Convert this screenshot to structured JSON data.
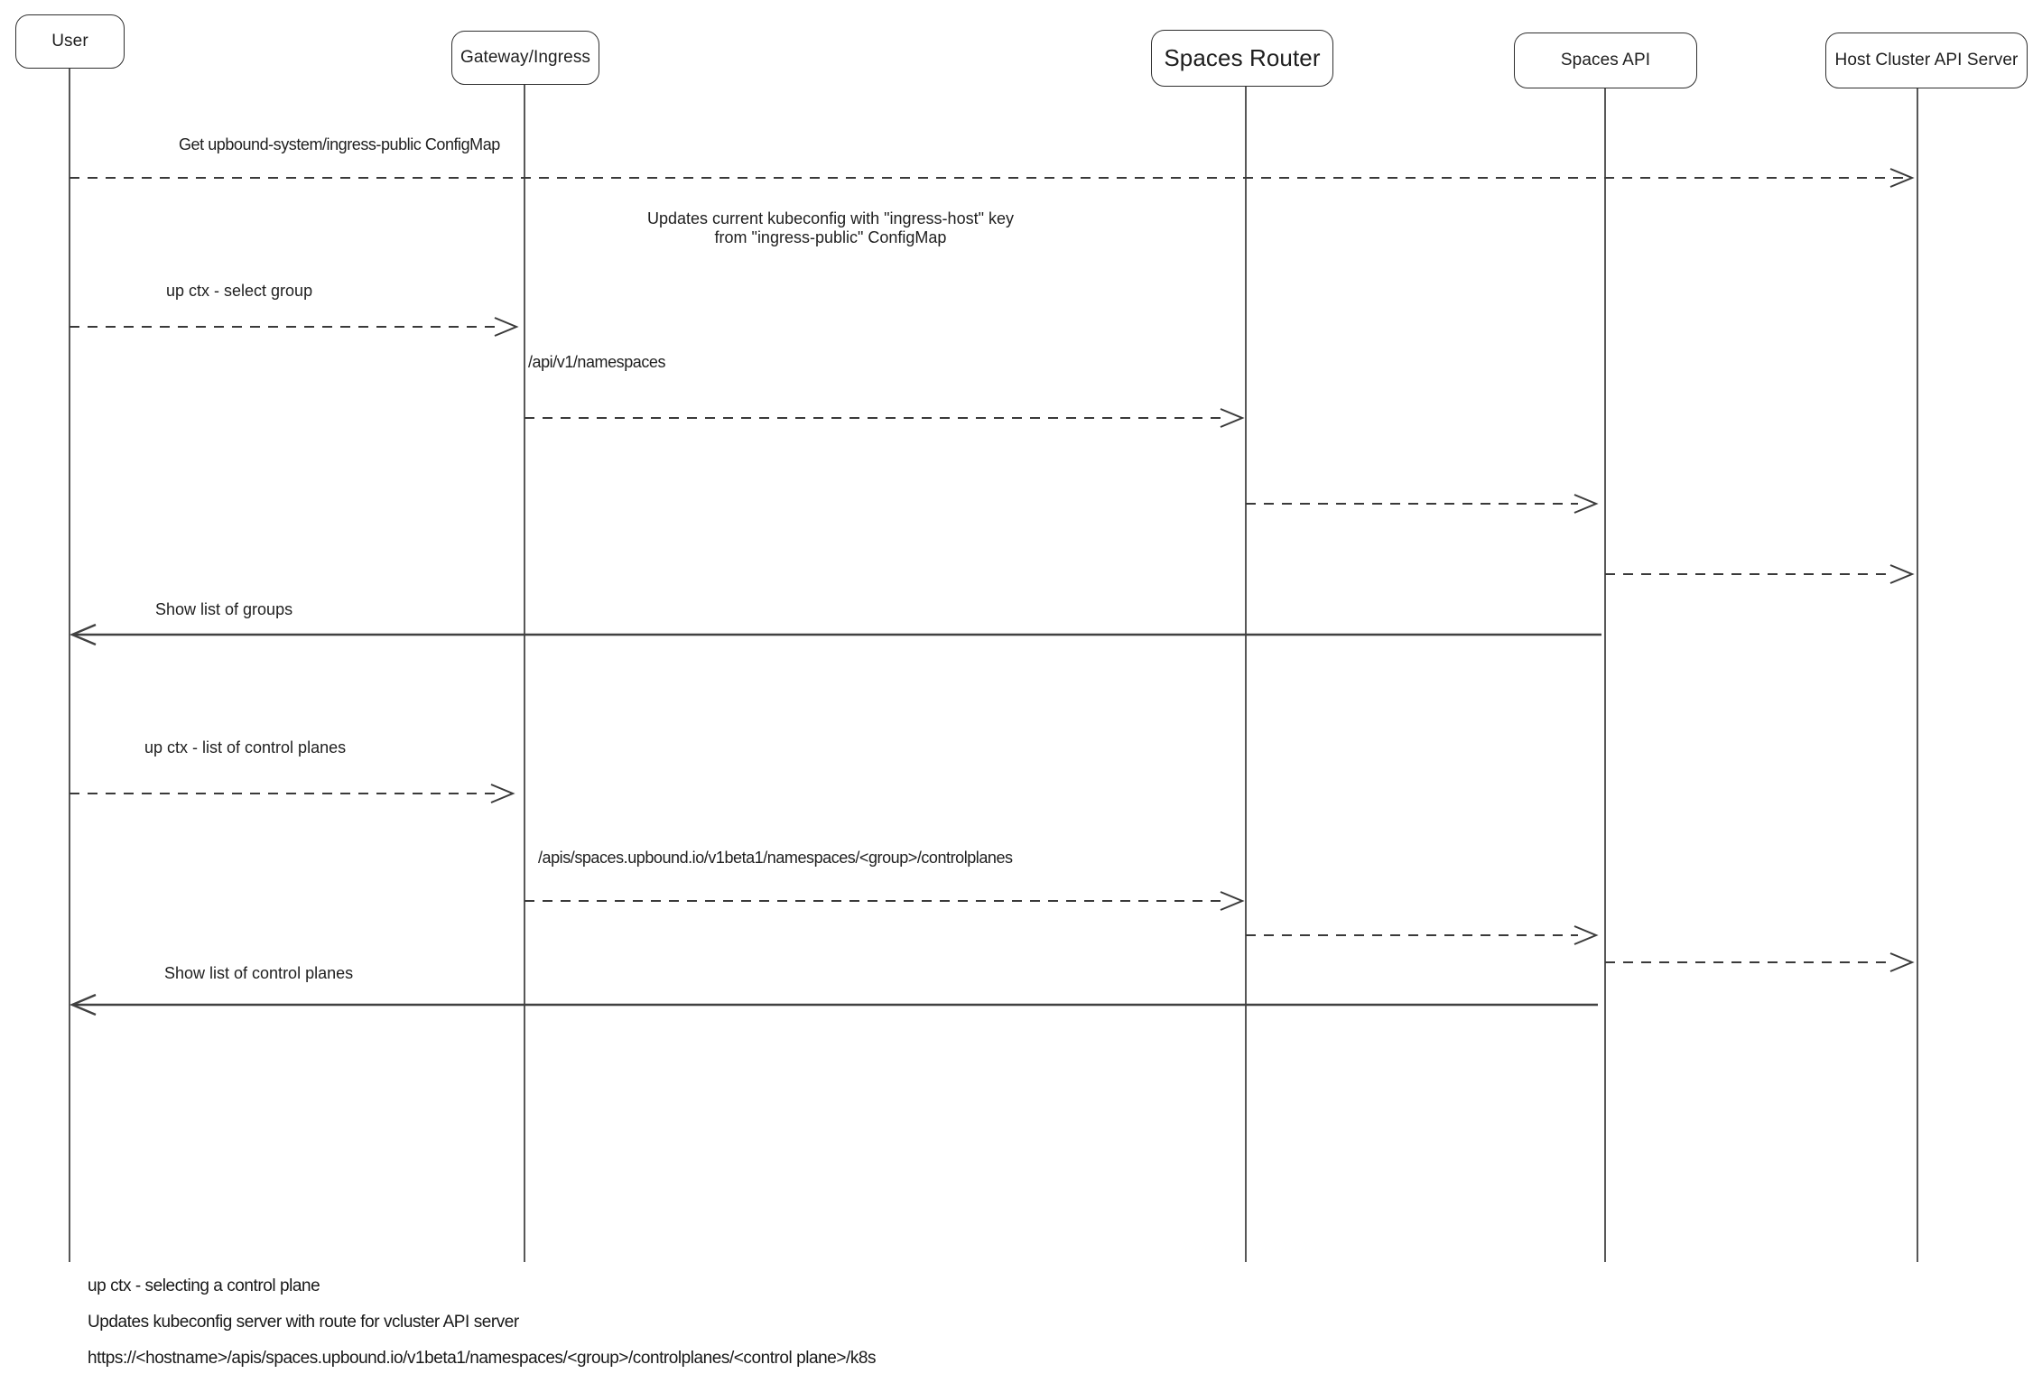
{
  "diagram": {
    "type": "sequence",
    "actors": [
      {
        "id": "user",
        "label": "User"
      },
      {
        "id": "gateway",
        "label": "Gateway/Ingress"
      },
      {
        "id": "spaces-router",
        "label": "Spaces Router"
      },
      {
        "id": "spaces-api",
        "label": "Spaces API"
      },
      {
        "id": "host-cluster",
        "label": "Host Cluster API Server"
      }
    ],
    "arrows": [
      {
        "from": "User",
        "to": "Host Cluster API Server",
        "style": "dashed",
        "label": "Get upbound-system/ingress-public ConfigMap"
      },
      {
        "from": "User",
        "to": "Gateway/Ingress",
        "style": "dashed",
        "label": "up ctx - select group"
      },
      {
        "from": "Gateway/Ingress",
        "to": "Spaces Router",
        "style": "dashed",
        "label": "/api/v1/namespaces"
      },
      {
        "from": "Spaces Router",
        "to": "Spaces API",
        "style": "dashed",
        "label": ""
      },
      {
        "from": "Spaces API",
        "to": "Host Cluster API Server",
        "style": "dashed",
        "label": ""
      },
      {
        "from": "Spaces API",
        "to": "User",
        "style": "solid",
        "label": "Show list of groups"
      },
      {
        "from": "User",
        "to": "Gateway/Ingress",
        "style": "dashed",
        "label": "up ctx - list of control planes"
      },
      {
        "from": "Gateway/Ingress",
        "to": "Spaces Router",
        "style": "dashed",
        "label": "/apis/spaces.upbound.io/v1beta1/namespaces/<group>/controlplanes"
      },
      {
        "from": "Spaces Router",
        "to": "Spaces API",
        "style": "dashed",
        "label": ""
      },
      {
        "from": "Spaces API",
        "to": "Host Cluster API Server",
        "style": "dashed",
        "label": ""
      },
      {
        "from": "Spaces API",
        "to": "User",
        "style": "solid",
        "label": "Show list of control planes"
      }
    ],
    "note": {
      "line1": "Updates current kubeconfig with \"ingress-host\" key",
      "line2": "from \"ingress-public\" ConfigMap"
    },
    "footnotes": [
      {
        "text": "up ctx - selecting a control plane"
      },
      {
        "text": "Updates kubeconfig server with route for vcluster API server"
      },
      {
        "text": "https://<hostname>/apis/spaces.upbound.io/v1beta1/namespaces/<group>/controlplanes/<control plane>/k8s"
      }
    ],
    "colors": {
      "stroke": "#3a3a3a",
      "text": "#1e1e1e",
      "background": "#ffffff"
    }
  }
}
